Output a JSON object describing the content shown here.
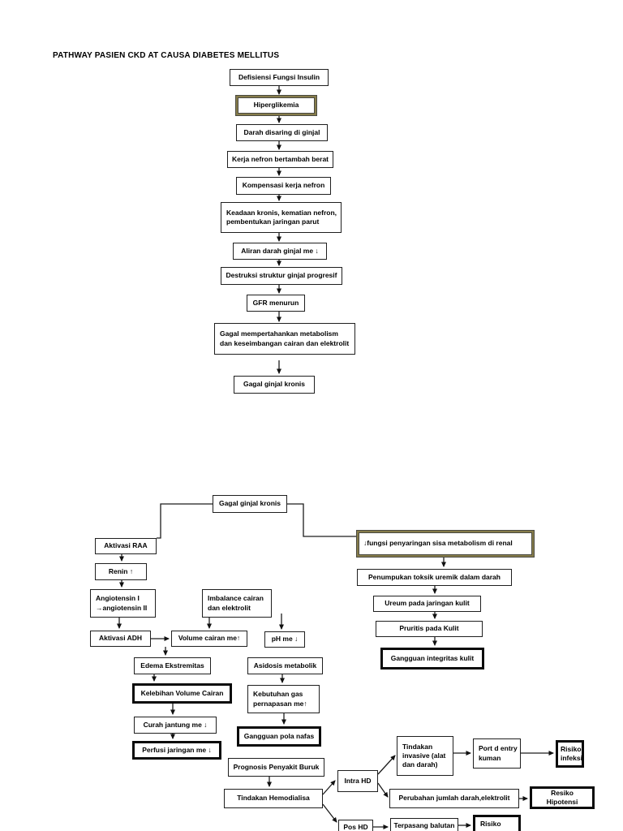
{
  "title": "PATHWAY PASIEN CKD AT CAUSA DIABETES MELLITUS",
  "colors": {
    "box_border": "#1f1f1f",
    "bold_border": "#0a0a0a",
    "accent_border": "#867c4a",
    "background": "#ffffff"
  },
  "nodes": {
    "defisiensi_fungsi_insulin": "Defisiensi Fungsi Insulin",
    "hiperglikemia": "Hiperglikemia",
    "darah_disaring": "Darah disaring di ginjal",
    "kerja_nefron": "Kerja nefron bertambah berat",
    "kompensasi_kerja_nefron": "Kompensasi kerja nefron",
    "keadaan_kronis": "Keadaan kronis, kematian nefron,\npembentukan jaringan parut",
    "aliran_darah_ginjal": "Aliran darah ginjal me ↓",
    "destruksi_struktur": "Destruksi struktur ginjal progresif",
    "gfr_menurun": "GFR menurun",
    "gagal_mempertahankan": "Gagal mempertahankan metabolism\ndan keseimbangan cairan dan elektrolit",
    "gagal_ginjal_kronis_1": "Gagal ginjal kronis",
    "gagal_ginjal_kronis_2": "Gagal ginjal kronis",
    "aktivasi_raa": "Aktivasi RAA",
    "renin": "Renin ↑",
    "angiotensin": "Angiotensin I\n→angiotensin II",
    "aktivasi_adh": "Aktivasi ADH",
    "volume_cairan": "Volume cairan me↑",
    "imbalance_cairan": "Imbalance cairan\ndan elektrolit",
    "ph_menurun": "pH me ↓",
    "edema_ekstremitas": "Edema Ekstremitas",
    "kelebihan_volume_cairan": "Kelebihan Volume Cairan",
    "curah_jantung": "Curah jantung me ↓",
    "perfusi_jaringan": "Perfusi jaringan me ↓",
    "asidosis_metabolik": "Asidosis metabolik",
    "kebutuhan_gas": "Kebutuhan gas\npernapasan me↑",
    "gangguan_pola_nafas": "Gangguan pola nafas",
    "fungsi_penyaringan": "↓fungsi penyaringan sisa metabolism di renal",
    "penumpukan_toksik": "Penumpukan toksik uremik dalam darah",
    "ureum_jaringan_kulit": "Ureum pada jaringan kulit",
    "pruritis_pada_kulit": "Pruritis pada Kulit",
    "gangguan_integritas_kulit": "Gangguan integritas kulit",
    "prognosis_penyakit_buruk": "Prognosis Penyakit Buruk",
    "tindakan_hemodialisa": "Tindakan Hemodialisa",
    "intra_hd": "Intra HD",
    "tindakan_invasive": "Tindakan\ninvasive (alat\ndan darah)",
    "port_d_entry_kuman": "Port d entry\nkuman",
    "risiko_infeksi": "Risiko\ninfeksi",
    "perubahan_jumlah_darah": "Perubahan jumlah darah,elektrolit",
    "resiko_hipotensi": "Resiko Hipotensi",
    "pos_hd": "Pos HD",
    "terpasang_balutan": "Terpasang balutan",
    "risiko": "Risiko"
  }
}
